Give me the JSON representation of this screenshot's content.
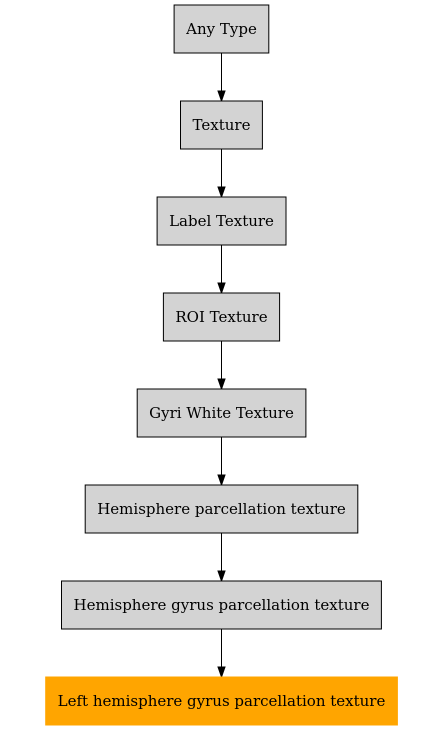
{
  "diagram": {
    "nodes": [
      {
        "id": "any-type",
        "label": "Any Type",
        "style": "default"
      },
      {
        "id": "texture",
        "label": "Texture",
        "style": "default"
      },
      {
        "id": "label-texture",
        "label": "Label Texture",
        "style": "default"
      },
      {
        "id": "roi-texture",
        "label": "ROI Texture",
        "style": "default"
      },
      {
        "id": "gyri-white-texture",
        "label": "Gyri White Texture",
        "style": "default"
      },
      {
        "id": "hemisphere-parcellation-texture",
        "label": "Hemisphere parcellation texture",
        "style": "default"
      },
      {
        "id": "hemisphere-gyrus-parcellation-texture",
        "label": "Hemisphere gyrus parcellation texture",
        "style": "default"
      },
      {
        "id": "left-hemisphere-gyrus-parcellation-texture",
        "label": "Left hemisphere gyrus parcellation texture",
        "style": "highlight"
      }
    ],
    "edges": [
      {
        "from": "any-type",
        "to": "texture"
      },
      {
        "from": "texture",
        "to": "label-texture"
      },
      {
        "from": "label-texture",
        "to": "roi-texture"
      },
      {
        "from": "roi-texture",
        "to": "gyri-white-texture"
      },
      {
        "from": "gyri-white-texture",
        "to": "hemisphere-parcellation-texture"
      },
      {
        "from": "hemisphere-parcellation-texture",
        "to": "hemisphere-gyrus-parcellation-texture"
      },
      {
        "from": "hemisphere-gyrus-parcellation-texture",
        "to": "left-hemisphere-gyrus-parcellation-texture"
      }
    ],
    "colors": {
      "node_fill": "#d3d3d3",
      "node_stroke": "#000000",
      "highlight_fill": "#ffa500",
      "edge": "#000000"
    }
  }
}
